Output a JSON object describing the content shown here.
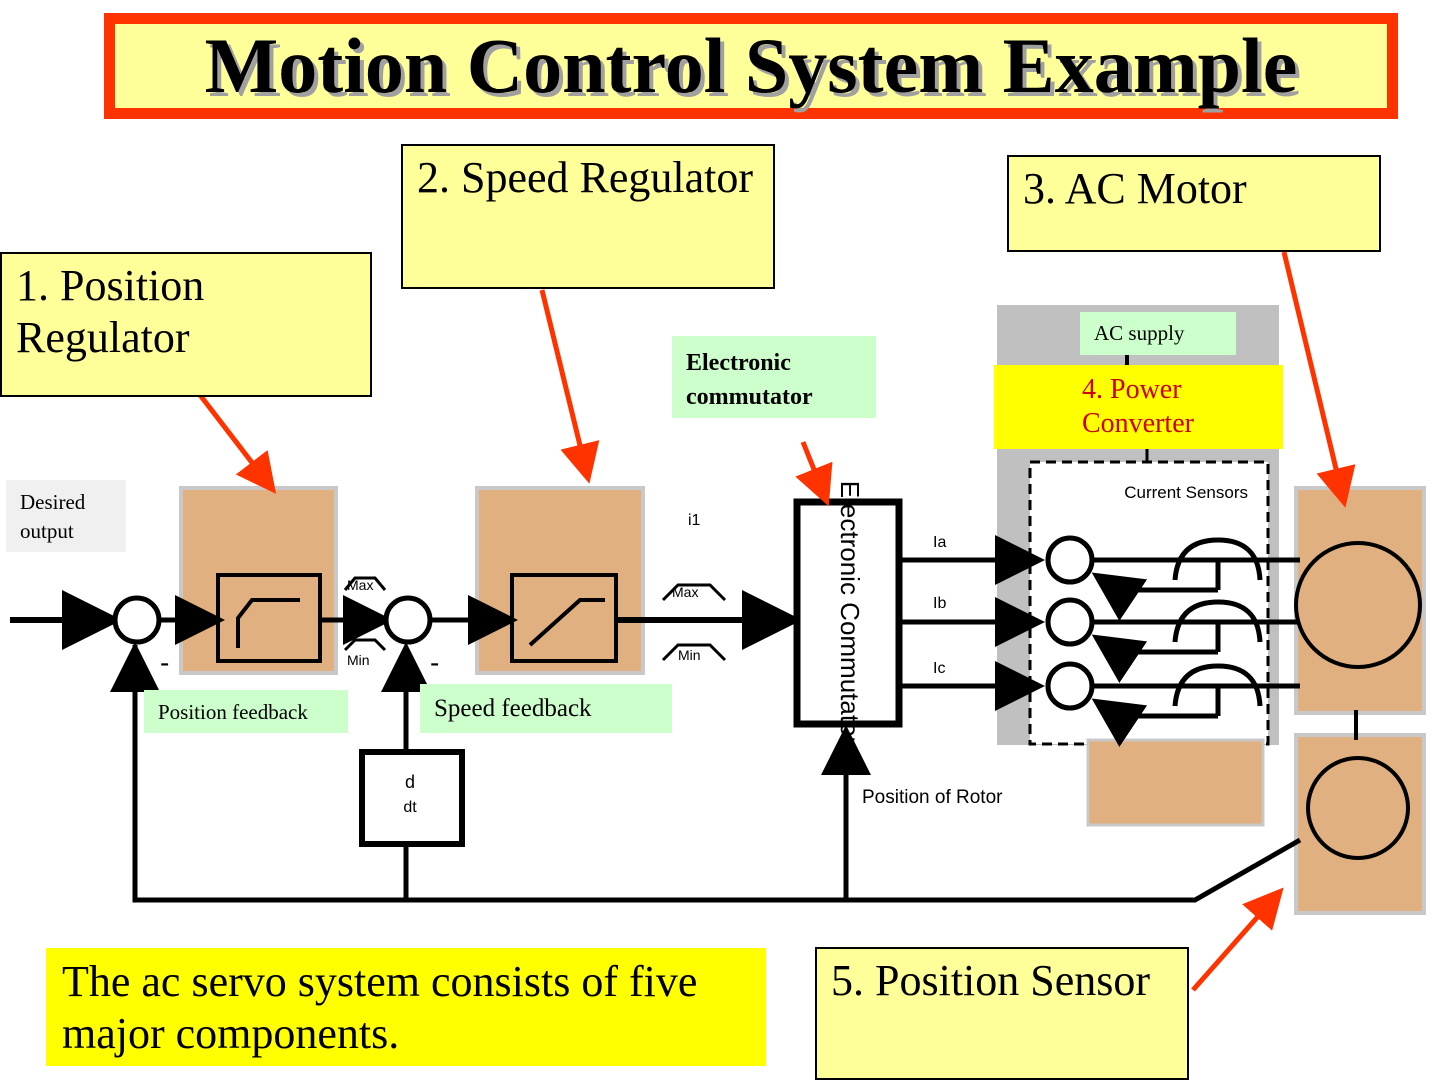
{
  "slide": {
    "title": "Motion Control System Example",
    "callouts": {
      "position_regulator": "1. Position Regulator",
      "speed_regulator": "2. Speed Regulator",
      "ac_motor": "3. AC Motor",
      "power_converter": "4.  Power Converter",
      "position_sensor": "5. Position Sensor"
    },
    "labels": {
      "ac_supply": "AC supply",
      "electronic_commutator": "Electronic commutator",
      "desired_output": "Desired output",
      "position_feedback": "Position feedback",
      "speed_feedback": "Speed feedback"
    },
    "diagram_text": {
      "commutator_block": "Electronic Commutator",
      "current_sensors": "Current Sensors",
      "derivative_top": "d",
      "derivative_bottom": "dt",
      "position_of_rotor": "Position of Rotor",
      "max": "Max",
      "min": "Min",
      "i1": "i1",
      "ia": "Ia",
      "ib": "Ib",
      "ic": "Ic",
      "minus": "-"
    },
    "summary": "The ac servo system consists of five major components.",
    "colors": {
      "accent_red": "#ff3300",
      "callout_yellow": "#ffff99",
      "bright_yellow": "#ffff00",
      "label_green": "#ccffcc",
      "block_tan": "#e0b080",
      "converter_gray": "#c0c0c0",
      "power_converter_text": "#cc0000"
    }
  }
}
